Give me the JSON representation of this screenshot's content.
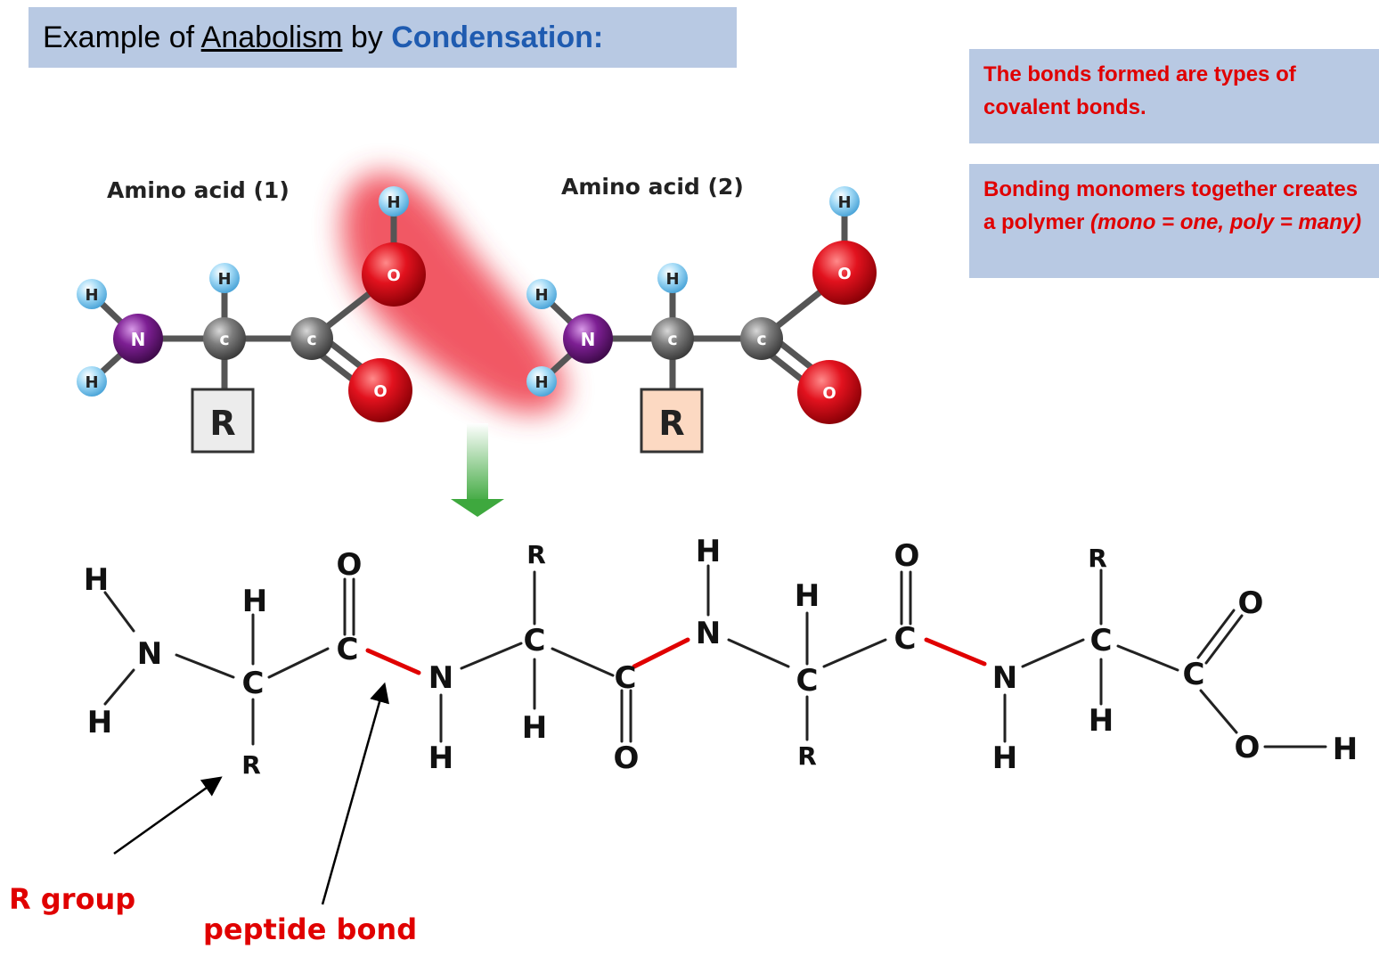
{
  "title": {
    "prefix": "Example of ",
    "underlined": "Anabolism",
    "middle": " by ",
    "highlight": "Condensation:"
  },
  "notes": {
    "bonds": "The bonds formed are types of covalent bonds.",
    "polymer_main": "Bonding monomers together creates a polymer ",
    "polymer_italic": "(mono = one, poly = many)"
  },
  "monomers": {
    "aa1_label": "Amino acid (1)",
    "aa2_label": "Amino acid (2)",
    "r_label": "R"
  },
  "atoms": {
    "H": "H",
    "N": "N",
    "C": "c",
    "O": "O"
  },
  "chain_atoms": {
    "H": "H",
    "N": "N",
    "C": "C",
    "O": "O",
    "R": "R"
  },
  "annotations": {
    "r_group": "R group",
    "peptide_bond": "peptide bond"
  },
  "colors": {
    "box_bg": "#b8c9e3",
    "note_text": "#e00000",
    "condensation": "#1f5bb0",
    "peptide_bond": "#e00000",
    "oxygen": "#d4101a",
    "nitrogen": "#7a1f8f",
    "carbon": "#777777",
    "hydrogen": "#8fd0f5",
    "arrow": "#3ea83e"
  }
}
